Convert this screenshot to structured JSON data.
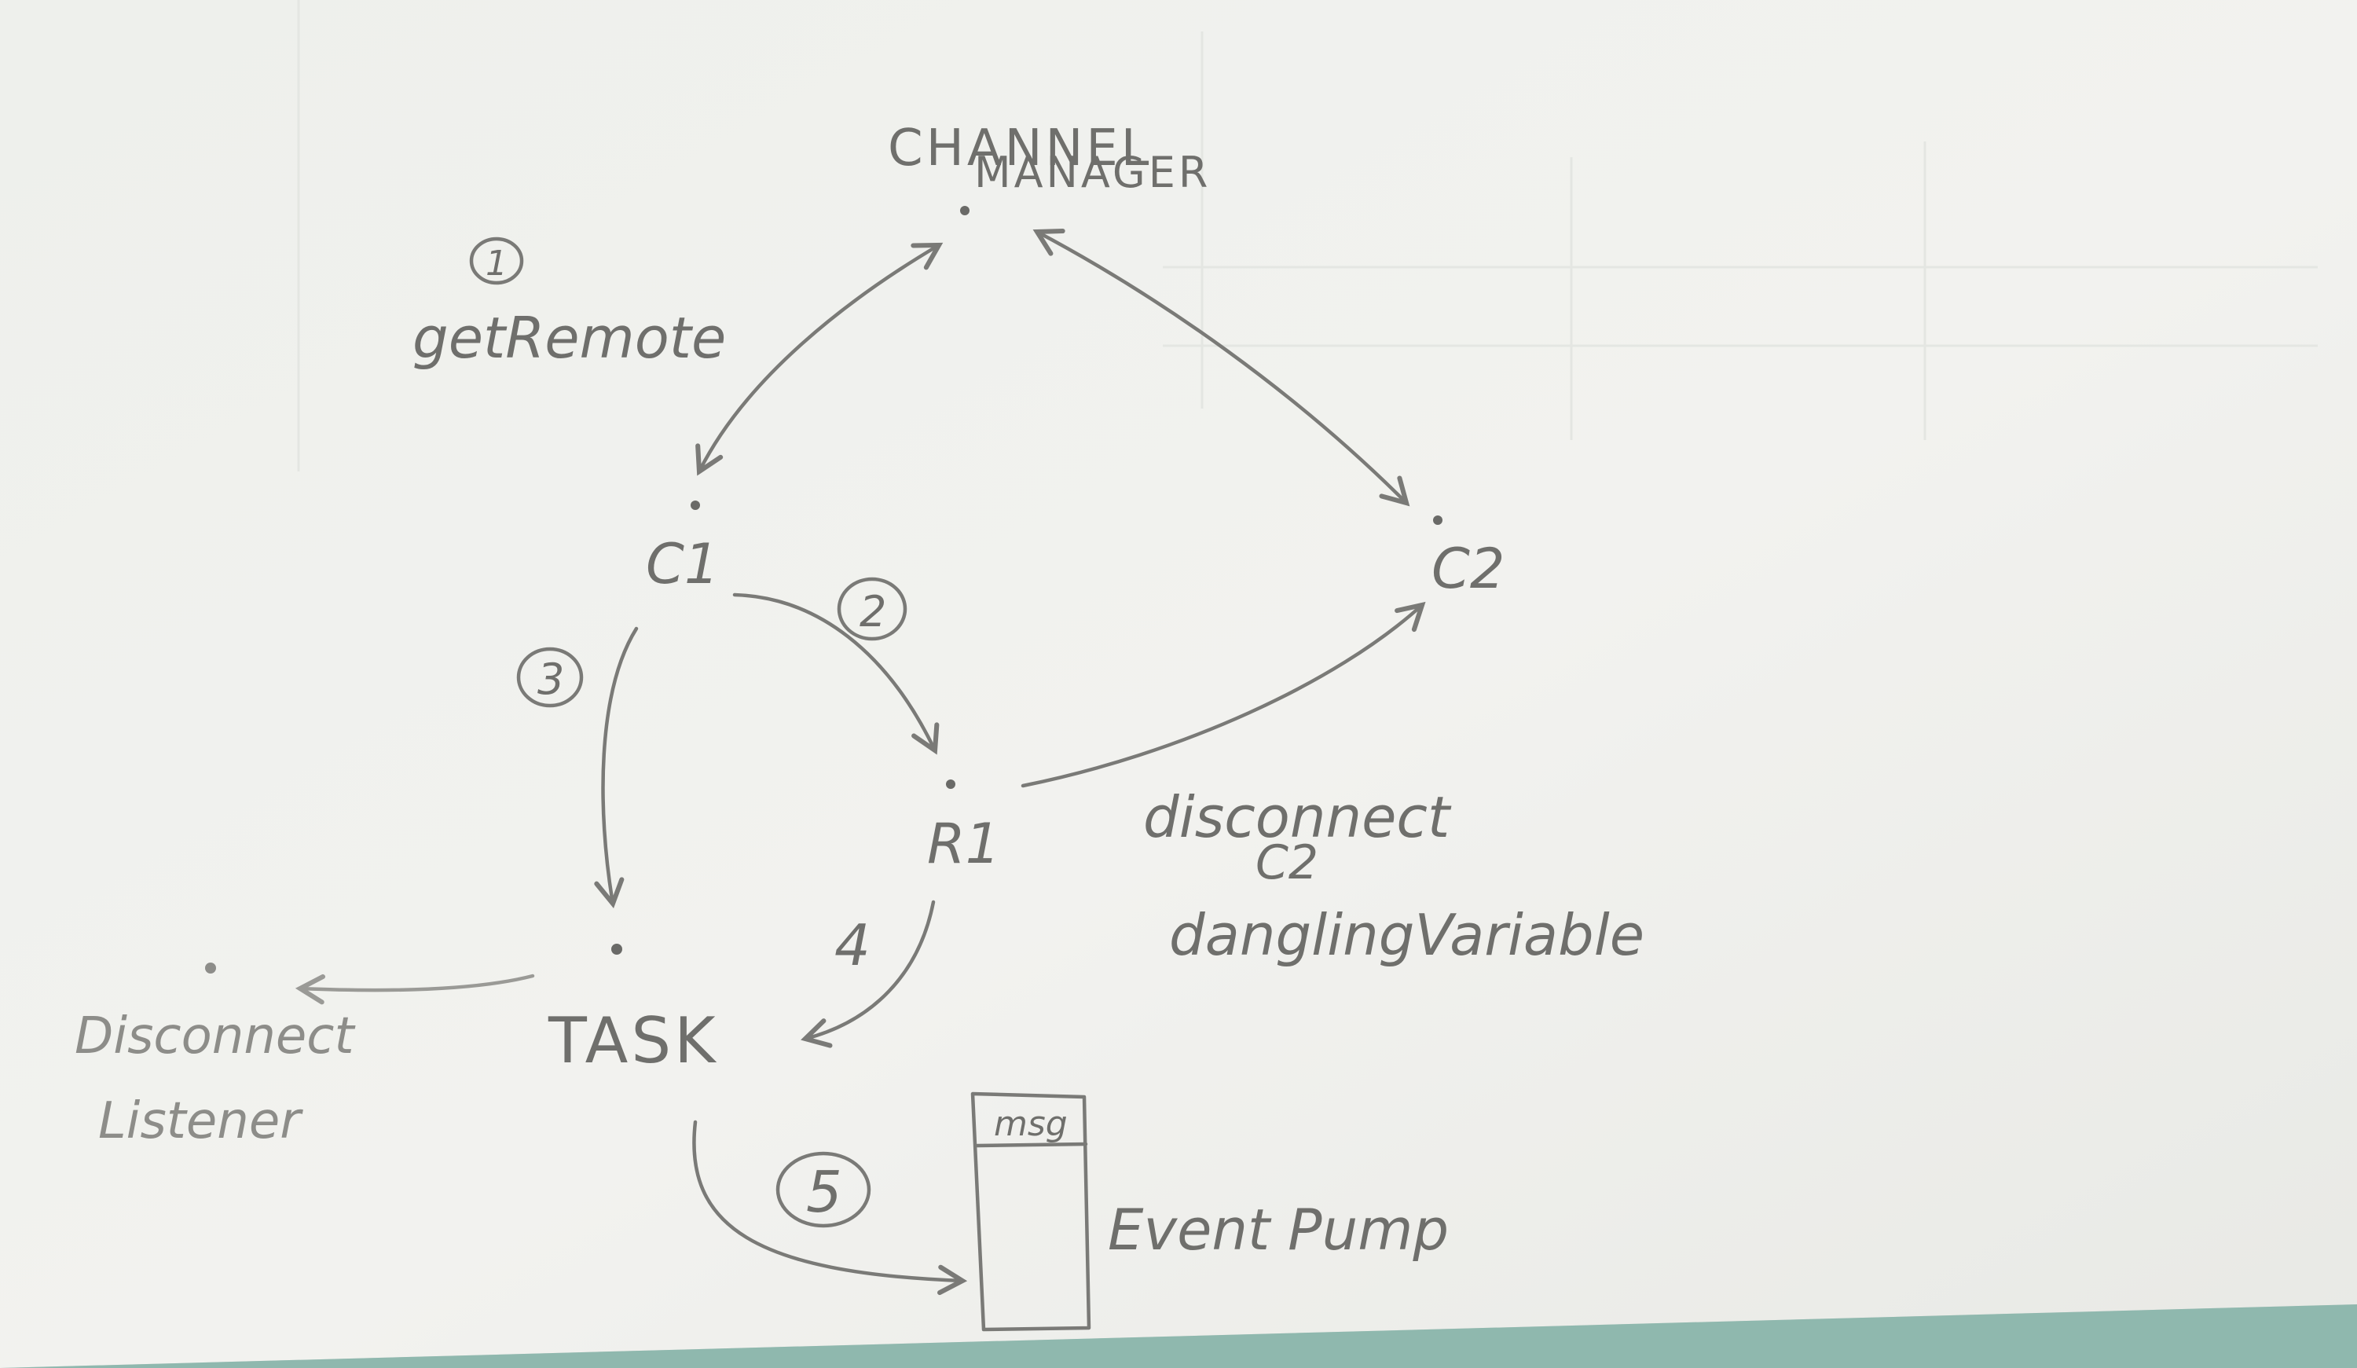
{
  "diagram": {
    "nodes": {
      "channel_manager": {
        "line1": "CHANNEL",
        "line2": "MANAGER"
      },
      "c1": {
        "label": "C1"
      },
      "c2": {
        "label": "C2"
      },
      "r1": {
        "label": "R1"
      },
      "task": {
        "label": "TASK"
      },
      "disconnect_listener": {
        "line1": "Disconnect",
        "line2": "Listener"
      },
      "event_pump": {
        "label": "Event Pump",
        "box_label": "msg"
      }
    },
    "step_markers": {
      "s1": "1",
      "s2": "2",
      "s3": "3",
      "s4": "4",
      "s5": "5"
    },
    "annotations": {
      "get_remote": "getRemote",
      "disconnect_line1": "disconnect",
      "disconnect_line2": "C2",
      "dangling": "danglingVariable"
    },
    "colors": {
      "paper": "#f1f1ee",
      "pencil": "#6f6f6c",
      "background": "#d9ddd8",
      "table_bottom": "#8fb8ae"
    }
  }
}
